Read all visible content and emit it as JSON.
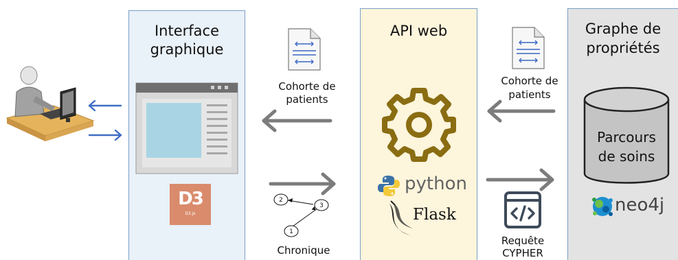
{
  "panels": {
    "interface": {
      "title_line1": "Interface",
      "title_line2": "graphique",
      "logo_text": "D3.js",
      "bg": "#e9f1f9",
      "border": "#7a9fc6"
    },
    "api": {
      "title": "API web",
      "bg": "#fdf5dc",
      "border": "#7a9fc6"
    },
    "graph": {
      "title_line1": "Graphe de",
      "title_line2": "propriétés",
      "db_line1": "Parcours",
      "db_line2": "de soins",
      "bg": "#e3e3e3",
      "border": "#7a9fc6"
    }
  },
  "labels": {
    "cohort_left_line1": "Cohorte de",
    "cohort_left_line2": "patients",
    "cohort_right_line1": "Cohorte de",
    "cohort_right_line2": "patients",
    "chronique": "Chronique",
    "requete_line1": "Requête",
    "requete_line2": "CYPHER"
  },
  "chronique_nodes": [
    "1",
    "2",
    "3"
  ],
  "logos": {
    "python": "python",
    "flask": "Flask",
    "neo4j": "neo4j",
    "d3_mark": "D3",
    "doc_arrow": "<-->"
  },
  "colors": {
    "arrow_gray": "#7c7c7c",
    "arrow_blue": "#3d6ec4",
    "gear": "#8a6d12",
    "d3_bg": "#d98b6c",
    "neo4j_text": "#444444",
    "code_icon": "#3d4a59"
  },
  "icons": [
    "user-at-computer-icon",
    "document-icon",
    "gear-icon",
    "database-icon",
    "code-icon",
    "python-icon",
    "flask-icon",
    "neo4j-icon",
    "d3-icon",
    "window-icon"
  ]
}
